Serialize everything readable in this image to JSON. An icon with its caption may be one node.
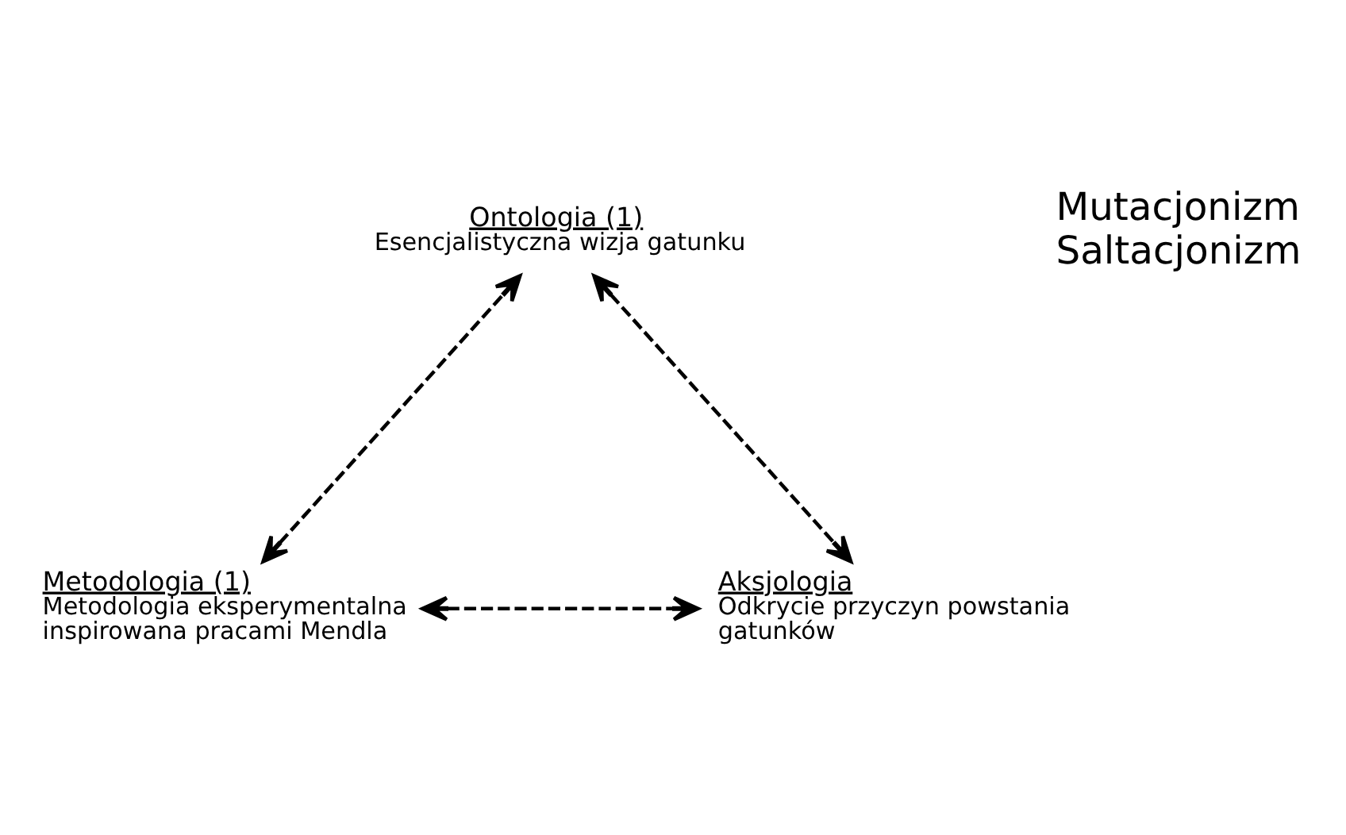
{
  "diagram": {
    "nodes": [
      {
        "text": [
          "Ontologia (1)",
          "Esencjalistyczna wizja gatunku"
        ]
      },
      {
        "text": [
          "Metodologia (1)",
          "Metodologia eksperymentalna inspirowana pracami Mendla"
        ]
      },
      {
        "text": [
          "Aksjologia",
          "Odkrycie przyczyn powstania gatunków"
        ]
      }
    ],
    "edges": [
      {
        "from": 1,
        "to": 0,
        "arrow": "both",
        "style": "dashed"
      },
      {
        "from": 0,
        "to": 2,
        "arrow": "both",
        "style": "dashed"
      },
      {
        "from": 1,
        "to": 2,
        "arrow": "both",
        "style": "dashed"
      }
    ],
    "labels": [
      "Mutacjonizm Saltacjonizm"
    ]
  }
}
